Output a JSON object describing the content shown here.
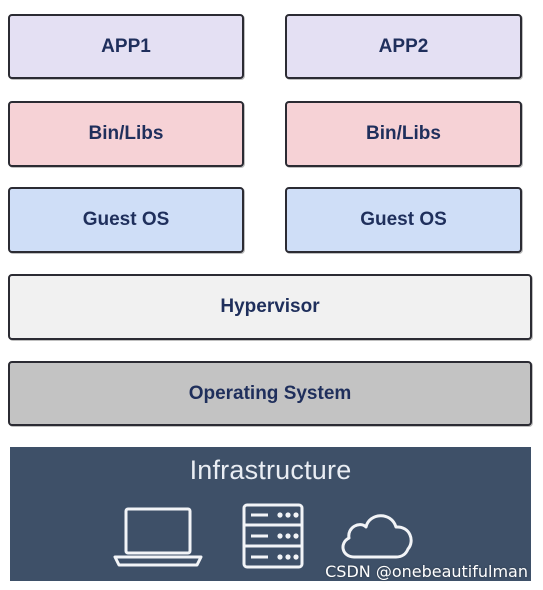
{
  "layers": {
    "app1": "APP1",
    "app2": "APP2",
    "libs_left": "Bin/Libs",
    "libs_right": "Bin/Libs",
    "guest_left": "Guest OS",
    "guest_right": "Guest OS",
    "hypervisor": "Hypervisor",
    "operating_system": "Operating System"
  },
  "infrastructure": {
    "title": "Infrastructure",
    "icons": [
      "laptop-icon",
      "server-icon",
      "cloud-icon"
    ]
  },
  "watermark": "CSDN @onebeautifulman",
  "colors": {
    "app": "#e4e0f3",
    "libs": "#f6d2d6",
    "guest": "#cfdef7",
    "hypervisor": "#f1f1f1",
    "os": "#c3c3c3",
    "infrastructure": "#3e5068",
    "label_text": "#1f2f5c"
  }
}
